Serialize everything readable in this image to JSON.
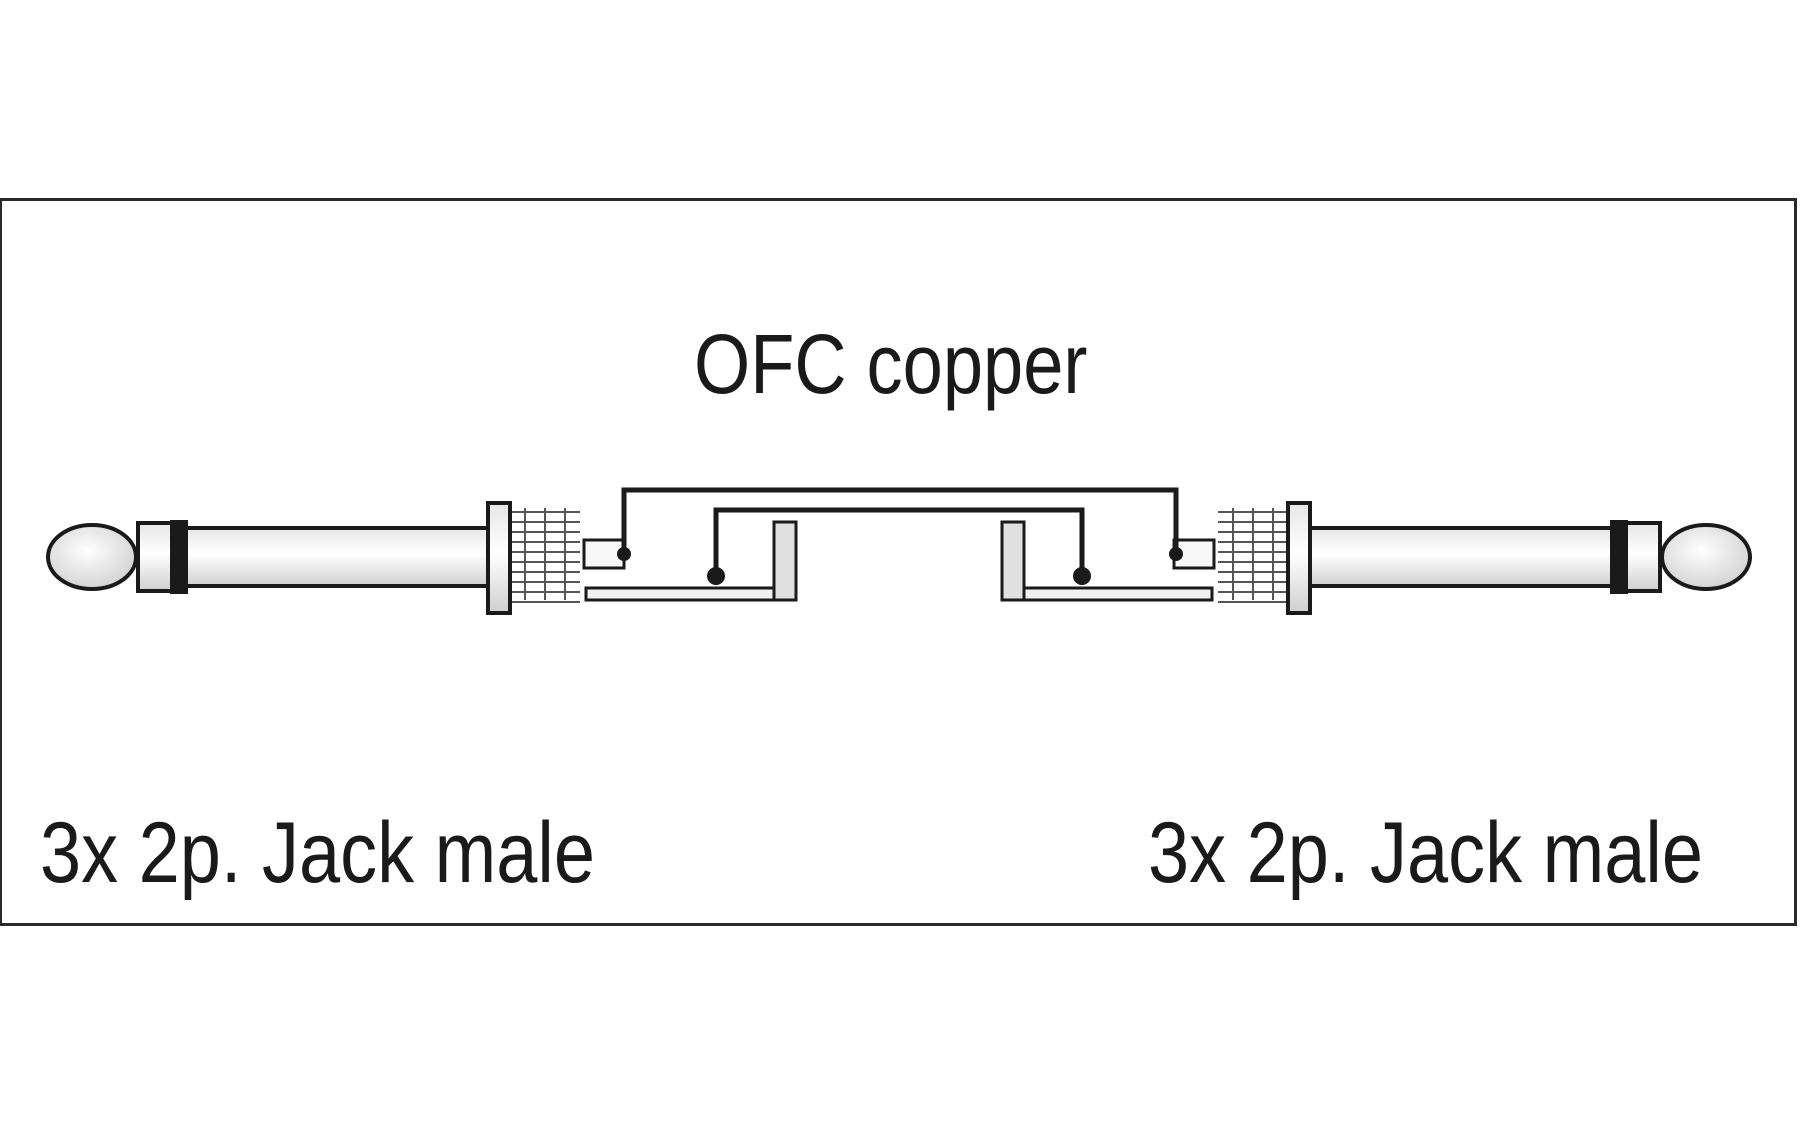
{
  "diagram": {
    "title": "OFC copper",
    "left_connector_label": "3x 2p. Jack male",
    "right_connector_label": "3x 2p. Jack male"
  },
  "colors": {
    "line": "#1a1a1a",
    "fill": "#f2f2f2",
    "background": "#ffffff"
  },
  "icons": {
    "left_plug": "jack-plug-icon",
    "right_plug": "jack-plug-icon"
  }
}
